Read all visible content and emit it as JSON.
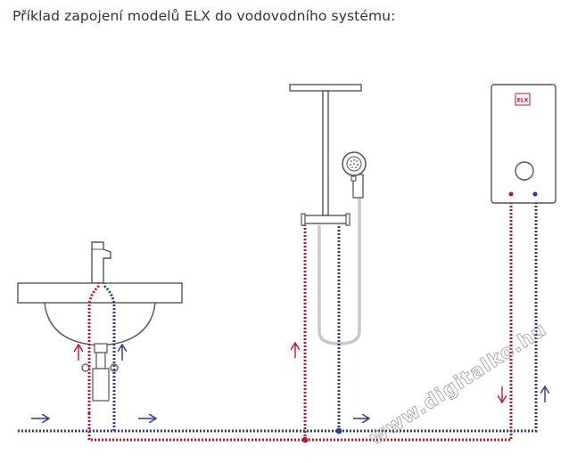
{
  "title": "Příklad zapojení modelů ELX do vodovodního systému:",
  "heater_logo_lines": [
    "ELX"
  ],
  "watermark": "www.digitalko.hu",
  "colors": {
    "hot": "#c8102e",
    "cold": "#2a3a8f",
    "outline": "#555555",
    "text": "#333333"
  }
}
